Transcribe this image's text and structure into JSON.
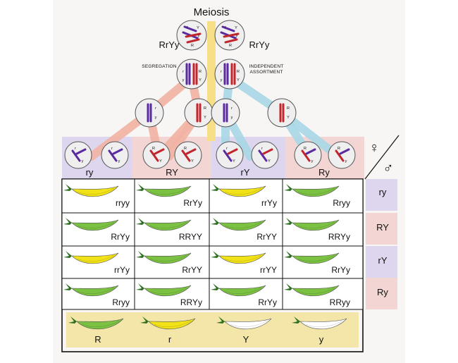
{
  "title": "Meiosis",
  "parents": {
    "left_genotype": "RrYy",
    "right_genotype": "RrYy"
  },
  "labels": {
    "segregation": "SEGREGATION",
    "independent_assortment_1": "INDEPENDENT",
    "independent_assortment_2": "ASSORTMENT"
  },
  "chromosome_letters": {
    "r": "r",
    "R": "R",
    "y": "y",
    "Y": "Y"
  },
  "gamete_columns": [
    "ry",
    "RY",
    "rY",
    "Ry"
  ],
  "gamete_rows": [
    "ry",
    "RY",
    "rY",
    "Ry"
  ],
  "symbols": {
    "female": "♀",
    "male": "♂"
  },
  "grid_genotypes": [
    [
      "rryy",
      "RrYy",
      "rrYy",
      "Rryy"
    ],
    [
      "RrYy",
      "RRYY",
      "RrYY",
      "RRYy"
    ],
    [
      "rrYy",
      "RrYY",
      "rrYY",
      "RrYy"
    ],
    [
      "Rryy",
      "RRYy",
      "RrYy",
      "RRyy"
    ]
  ],
  "pod_colors": [
    [
      "yellow",
      "green",
      "yellow",
      "green"
    ],
    [
      "green",
      "green",
      "green",
      "green"
    ],
    [
      "yellow",
      "green",
      "yellow",
      "green"
    ],
    [
      "green",
      "green",
      "green",
      "green"
    ]
  ],
  "legend": [
    {
      "label": "R",
      "pod": "green"
    },
    {
      "label": "r",
      "pod": "yellow"
    },
    {
      "label": "Y",
      "pod": "white"
    },
    {
      "label": "y",
      "pod": "white"
    }
  ],
  "colors": {
    "dominant_R": "#c0262c",
    "recessive_r": "#5b2a9e",
    "yellow_pod": "#f2e218",
    "green_pod": "#7cc242",
    "stem": "#2f6f22",
    "purple_bg": "#ddd6ee",
    "pink_bg": "#f3d6d4",
    "legend_bg": "#f3e6a8",
    "segregation_line": "#f2b3a4",
    "assortment_line": "#a9d8e6",
    "center_line": "#f6df86"
  }
}
